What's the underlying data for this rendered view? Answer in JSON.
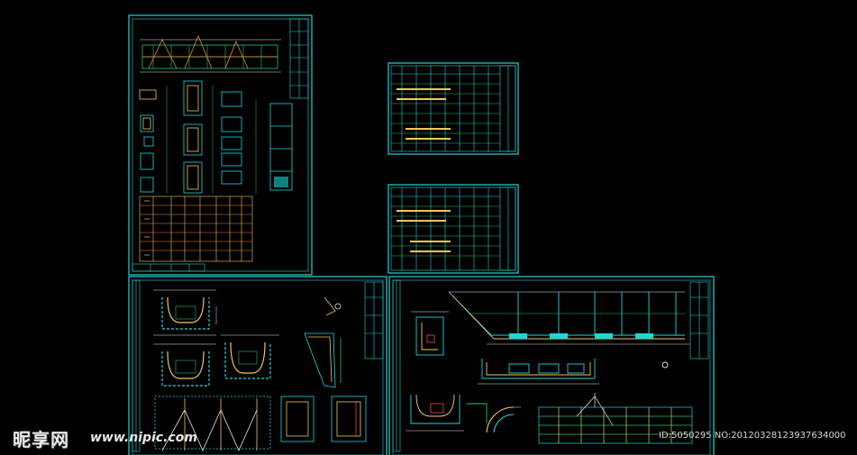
{
  "watermark": {
    "logo": "昵享网",
    "url": "www.nipic.com",
    "id_text": "ID:5050295 NO:20120328123937634000"
  },
  "colors": {
    "background": "#000000",
    "frame": "#1fd6d6",
    "drawing_green": "#22c46c",
    "drawing_yellow": "#f2c75a",
    "drawing_orange": "#f08a3a",
    "drawing_white": "#e6e6e6",
    "drawing_red": "#e04040"
  }
}
